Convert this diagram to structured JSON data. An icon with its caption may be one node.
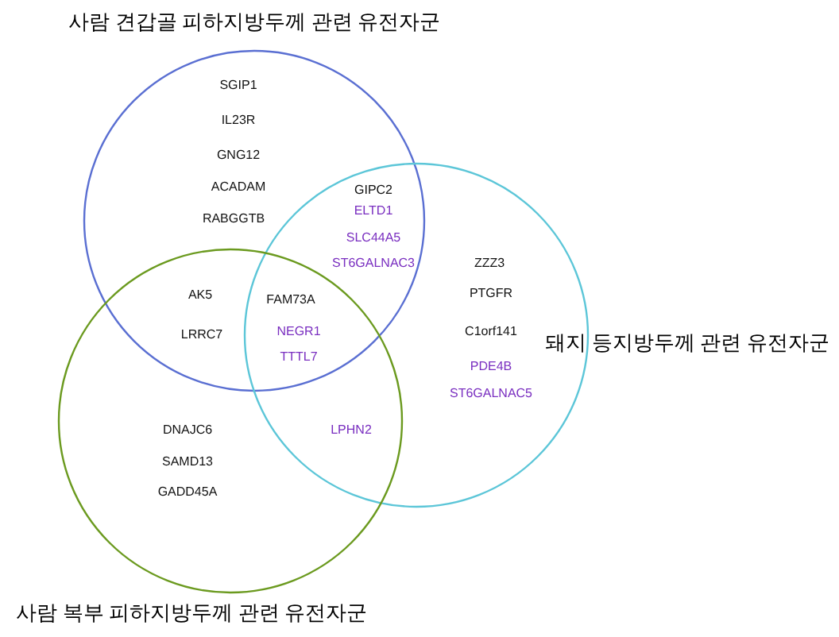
{
  "diagram": {
    "nodes": [
      {
        "text": [
          "사람 견갑골 피하지방두께 관련 유전자군"
        ]
      },
      {
        "text": [
          "돼지 등지방두께 관련 유전자군"
        ]
      },
      {
        "text": [
          "사람 복부 피하지방두께 관련 유전자군"
        ]
      }
    ],
    "labels": [
      "SGIP1",
      "IL23R",
      "GNG12",
      "ACADAM",
      "RABGGTB",
      "GIPC2",
      "ELTD1",
      "SLC44A5",
      "ST6GALNAC3",
      "ZZZ3",
      "AK5",
      "PTGFR",
      "FAM73A",
      "LRRC7",
      "NEGR1",
      "C1orf141",
      "TTTL7",
      "PDE4B",
      "ST6GALNAC5",
      "DNAJC6",
      "LPHN2",
      "SAMD13",
      "GADD45A"
    ]
  }
}
